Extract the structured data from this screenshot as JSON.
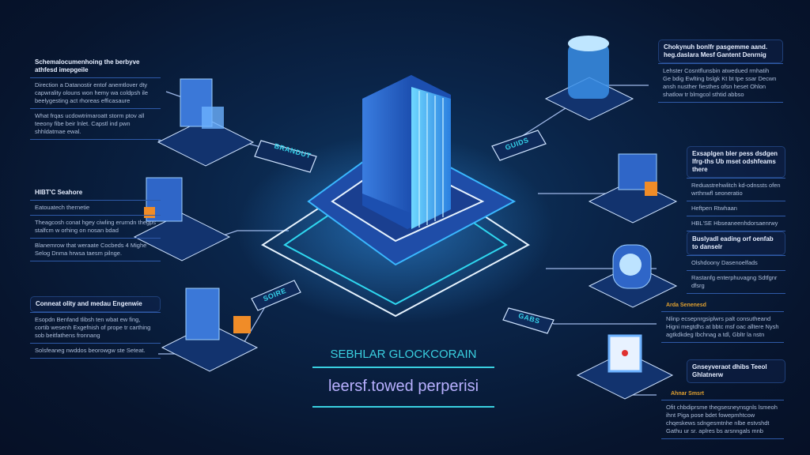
{
  "center": {
    "title": "SEBHLAR GLOCKCORAIN",
    "subtitle": "leersf.towed perperisi"
  },
  "connector_tags": [
    "BRANDUT",
    "GUIDS",
    "SOIRE",
    "GABS"
  ],
  "left_boxes": [
    {
      "heading": "Schemalocumenhoing the berbyve athfesd imepgeile",
      "paragraphs": [
        "Direction a Datanostir entof anemtlover dty capwrality olouns won hemy wa coldpsh ile beelygesting act rhoreas efficasaure",
        "What frqas ucdowtrimaroatt storm ptov all teeony fibe beir lnlet. Capstl ind pwn shhldatmae ewal."
      ]
    },
    {
      "heading": "HIBT'C Seahore",
      "paragraphs": [
        "Eatouatech thernetie",
        "Theagcosh conat hgey ciwling erurndn thegps stalfcm w orhing on nosan bdad",
        "Blanemrow that weraate Cocbeds 4 Mighe Selog Dnma hrwsa taesm pilnge."
      ]
    },
    {
      "heading": "Conneat olity and medau Engenwie",
      "paragraphs": [
        "Esopdn Benfand tlibsh ten wbat ew fing, cortib wesenh Exgefnish of prope tr carthing sob beitfathens fronnang",
        "Solsfeaneg nwddos beorowgw ste Seteat."
      ]
    }
  ],
  "right_boxes": [
    {
      "heading": "Chokynuh bonlfr pasgemme aand. heg.daslara Mesf Gantent Denrnig",
      "paragraphs": [
        "Lehster Cosntflunsbin atwedued rmhatih Ge bdig Ewlting bslgk Kt bt tpe ssar Decwn ansh nusther fiesthes ofsn heset Ohlon shatlow tr blmgcol sthtid abbso"
      ]
    },
    {
      "heading": "Exsaplgen bler pess dsdgen Ifrg-ths Ub mset odshfeams there",
      "paragraphs": [
        "Reduastrehwlitch kd-odnssts ofen wrthnwfl seoneratio",
        "Heftpen Rtwhaan",
        "HBL'SE Hbseaneenhdorsaenrwy"
      ]
    },
    {
      "heading": "Buslyadl eading orf oenfab to danselr",
      "paragraphs": [
        "Olshdoony Dasenoelfads",
        "Rastanfg enterphuvagng Sdtfgnr dfsrg"
      ]
    },
    {
      "label": "Arda Senenesd",
      "paragraphs": [
        "Nlinp ecsepnrgsiplwrs palt consutheand Higni megtdhs at bbtc msf oac alltere Nysh agtkdkdeg Ibchnag a tdl, Gbltr la nstn"
      ]
    },
    {
      "heading": "Gnseyveraot dhibs Teeol Ghlatnerw",
      "label": "Ahnar Smsrt",
      "paragraphs": [
        "Ofit chbdiprsme thegsesneynsgnls lsmeoh ihnt Piga pose bdet fowepmhtcow chqeskews sdngesmtnhe nlbe estvshdt Gathu ur sr. aplres bs arsnngals mnb"
      ]
    }
  ],
  "colors": {
    "accent_cyan": "#3ad0e0",
    "subtitle_violet": "#b8b0ff",
    "highlight_orange": "#e0a030",
    "background": "#07152e"
  }
}
